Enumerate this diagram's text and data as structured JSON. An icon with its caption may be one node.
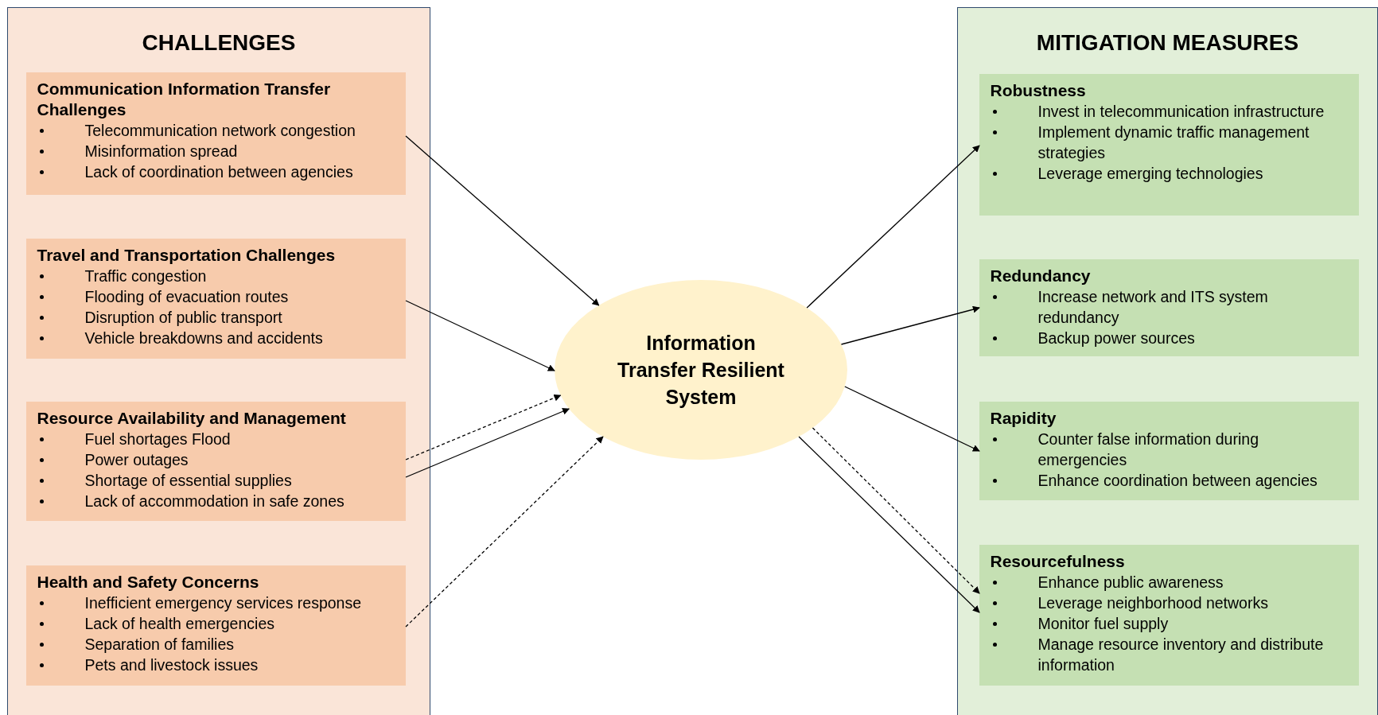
{
  "diagram": {
    "nodes": [
      {
        "text": [
          "CHALLENGES"
        ]
      },
      {
        "text": [
          "Communication Information Transfer Challenges",
          "Telecommunication network congestion",
          "Misinformation spread",
          "Lack of coordination between agencies"
        ],
        "in": 0
      },
      {
        "text": [
          "Travel and Transportation Challenges",
          "Traffic congestion",
          "Flooding of evacuation routes",
          "Disruption of public transport",
          "Vehicle breakdowns and accidents"
        ],
        "in": 0
      },
      {
        "text": [
          "Resource Availability and Management",
          "Fuel shortages Flood",
          "Power outages",
          "Shortage of essential supplies",
          "Lack of accommodation in safe zones"
        ],
        "in": 0
      },
      {
        "text": [
          "Health and Safety Concerns",
          "Inefficient emergency services response",
          "Lack of health emergencies",
          "Separation of families",
          "Pets and livestock issues"
        ],
        "in": 0
      },
      {
        "text": [
          "Information Transfer Resilient System"
        ]
      },
      {
        "text": [
          "MITIGATION MEASURES"
        ]
      },
      {
        "text": [
          "Robustness",
          "Invest in telecommunication infrastructure",
          "Implement dynamic traffic management strategies",
          "Leverage emerging technologies"
        ],
        "in": 6
      },
      {
        "text": [
          "Redundancy",
          "Increase network and ITS system redundancy",
          "Backup power sources"
        ],
        "in": 6
      },
      {
        "text": [
          "Rapidity",
          "Counter false information during emergencies",
          "Enhance coordination between agencies"
        ],
        "in": 6
      },
      {
        "text": [
          "Resourcefulness",
          "Enhance public awareness",
          "Leverage neighborhood networks",
          "Monitor fuel supply",
          "Manage resource inventory and distribute information"
        ],
        "in": 6
      }
    ],
    "edges": [
      {
        "from": 1,
        "to": 5,
        "arrow": "to"
      },
      {
        "from": 2,
        "to": 5,
        "arrow": "to"
      },
      {
        "from": 3,
        "to": 5,
        "arrow": "to",
        "style": "dashed"
      },
      {
        "from": 3,
        "to": 5,
        "arrow": "to"
      },
      {
        "from": 4,
        "to": 5,
        "arrow": "to",
        "style": "dashed"
      },
      {
        "from": 5,
        "to": 7,
        "arrow": "to"
      },
      {
        "from": 5,
        "to": 8,
        "arrow": "to"
      },
      {
        "from": 5,
        "to": 9,
        "arrow": "to"
      },
      {
        "from": 5,
        "to": 10,
        "arrow": "to",
        "style": "dashed"
      },
      {
        "from": 5,
        "to": 10,
        "arrow": "to"
      }
    ]
  }
}
